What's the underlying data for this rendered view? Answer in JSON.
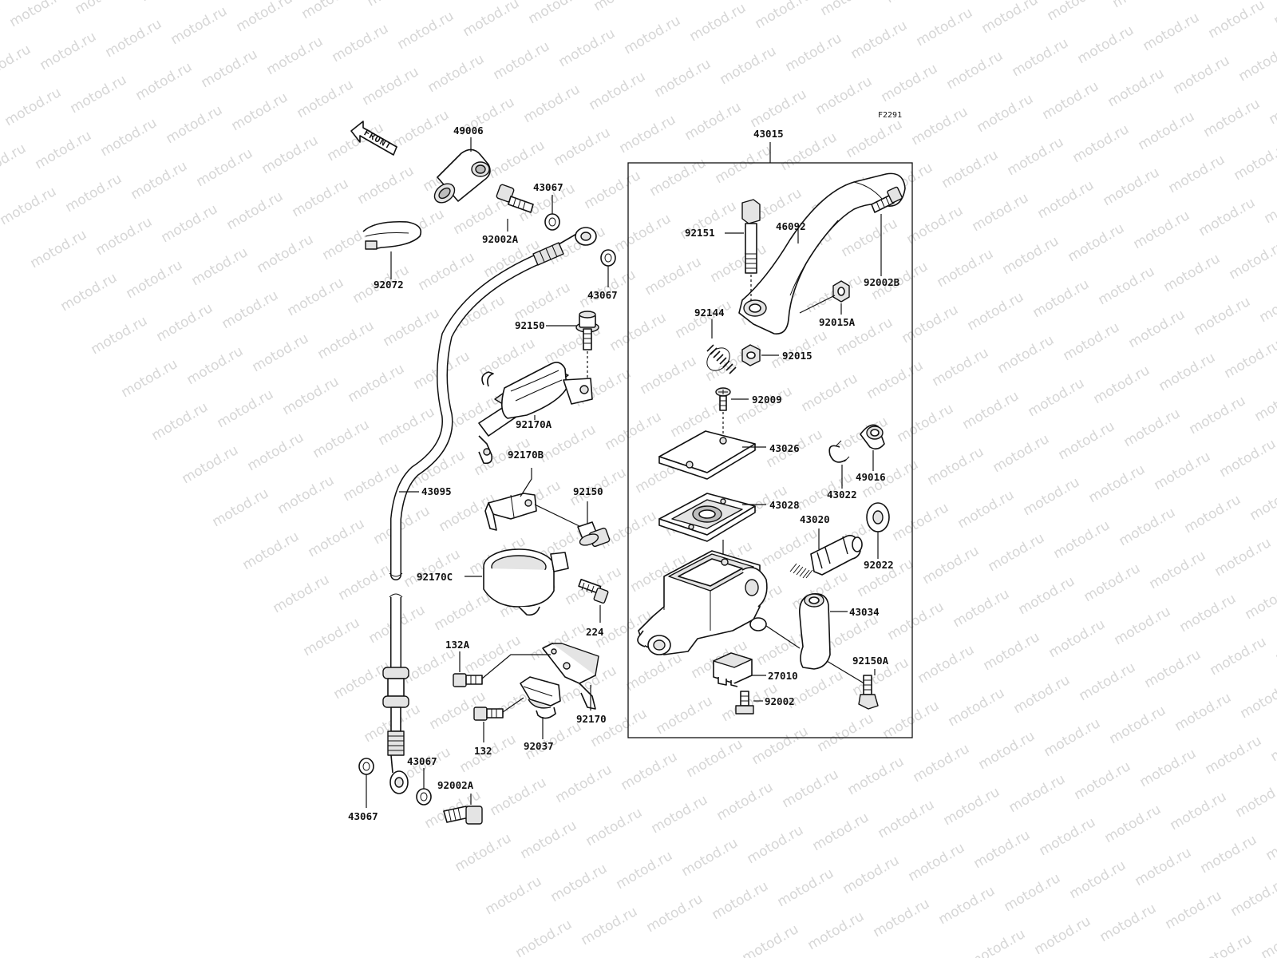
{
  "watermark": {
    "text": "motod.ru",
    "color": "#d6d6d6"
  },
  "figure_code": "F2291",
  "front_arrow": "FRONT",
  "parts": {
    "p49006": "49006",
    "p43067_a": "43067",
    "p92002A_top": "92002A",
    "p92072": "92072",
    "p43067_b": "43067",
    "p92150_a": "92150",
    "p92170A": "92170A",
    "p92170B": "92170B",
    "p92150_b": "92150",
    "p43095": "43095",
    "p92170C": "92170C",
    "p224": "224",
    "p132A": "132A",
    "p132": "132",
    "p92037": "92037",
    "p92170": "92170",
    "p43067_c": "43067",
    "p43067_d": "43067",
    "p92002A_bottom": "92002A",
    "p43015": "43015",
    "p92151": "92151",
    "p46092": "46092",
    "p92002B": "92002B",
    "p92144": "92144",
    "p92015A": "92015A",
    "p92015": "92015",
    "p92009": "92009",
    "p43026": "43026",
    "p49016": "49016",
    "p43022": "43022",
    "p43028": "43028",
    "p43020": "43020",
    "p92022": "92022",
    "p43034": "43034",
    "p92150A": "92150A",
    "p27010": "27010",
    "p92002": "92002"
  }
}
